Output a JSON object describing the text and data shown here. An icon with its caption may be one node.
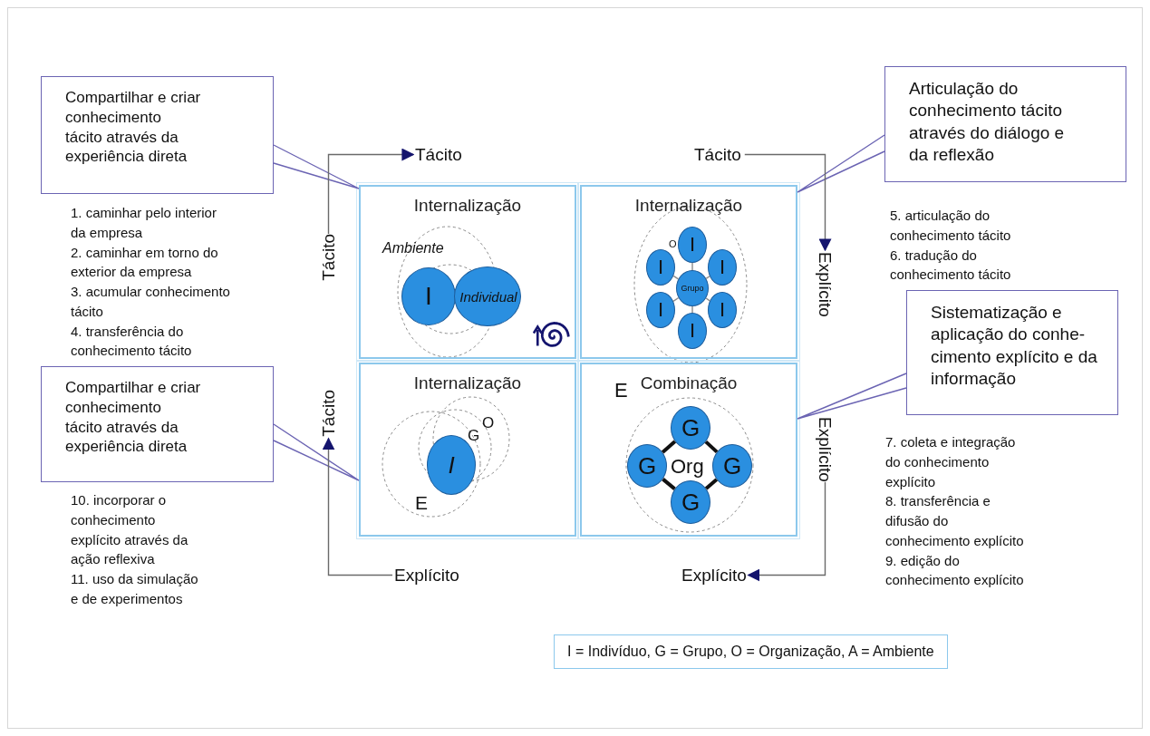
{
  "diagram": {
    "nodes": [
      {
        "text": [
          "Compartilhar e criar conhecimento tácito através da experiência direta"
        ]
      },
      {
        "text": [
          "Articulação do conhecimento tácito através do diálogo e da reflexão"
        ]
      },
      {
        "text": [
          "Sistematização e aplicação do conhe- cimento explícito e da informação"
        ]
      },
      {
        "text": [
          "Compartilhar e criar conhecimento tácito através da experiência direta"
        ]
      },
      {
        "text": [
          "Internalização"
        ]
      },
      {
        "text": [
          "Internalização"
        ]
      },
      {
        "text": [
          "Internalização"
        ]
      },
      {
        "text": [
          "Combinação"
        ]
      },
      {
        "text": [
          "I"
        ],
        "in": 4
      },
      {
        "text": [
          "Individual"
        ],
        "in": 4
      },
      {
        "text": [
          "I"
        ],
        "in": 5
      },
      {
        "text": [
          "I"
        ],
        "in": 5
      },
      {
        "text": [
          "I"
        ],
        "in": 5
      },
      {
        "text": [
          "Grupo"
        ],
        "in": 5
      },
      {
        "text": [
          "I"
        ],
        "in": 5
      },
      {
        "text": [
          "I"
        ],
        "in": 5
      },
      {
        "text": [
          "I"
        ],
        "in": 5
      },
      {
        "text": [
          "I"
        ],
        "in": 6
      },
      {
        "text": [
          "G"
        ],
        "in": 7
      },
      {
        "text": [
          "G"
        ],
        "in": 7
      },
      {
        "text": [
          "G"
        ],
        "in": 7
      },
      {
        "text": [
          "G"
        ],
        "in": 7
      },
      {
        "text": [
          "Tácito"
        ]
      },
      {
        "text": [
          "Tácito"
        ]
      },
      {
        "text": [
          "Tácito"
        ]
      },
      {
        "text": [
          "Explícito"
        ]
      },
      {
        "text": [
          "Tácito"
        ]
      },
      {
        "text": [
          "Explícito"
        ]
      },
      {
        "text": [
          "Explícito"
        ]
      },
      {
        "text": [
          "Explícito"
        ]
      },
      {
        "text": [
          "I = Indivíduo, G = Grupo, O = Organização, A = Ambiente"
        ]
      }
    ],
    "edges": [
      {
        "from": 0,
        "to": 4,
        "arrow": "none",
        "color": "#6b64b3"
      },
      {
        "from": 1,
        "to": 5,
        "arrow": "none",
        "color": "#6b64b3"
      },
      {
        "from": 2,
        "to": 7,
        "arrow": "none",
        "color": "#6b64b3"
      },
      {
        "from": 3,
        "to": 6,
        "arrow": "none",
        "color": "#6b64b3"
      },
      {
        "from": 24,
        "to": 22,
        "arrow": "to"
      },
      {
        "from": 23,
        "to": 25,
        "arrow": "to"
      },
      {
        "from": 27,
        "to": 29,
        "arrow": "to"
      },
      {
        "from": 28,
        "to": 26,
        "arrow": "to"
      },
      {
        "from": 13,
        "to": 10,
        "arrow": "none",
        "color": "#8a8a8a"
      },
      {
        "from": 13,
        "to": 11,
        "arrow": "none",
        "color": "#8a8a8a"
      },
      {
        "from": 13,
        "to": 12,
        "arrow": "none",
        "color": "#8a8a8a"
      },
      {
        "from": 13,
        "to": 14,
        "arrow": "none",
        "color": "#8a8a8a"
      },
      {
        "from": 13,
        "to": 15,
        "arrow": "none",
        "color": "#8a8a8a"
      },
      {
        "from": 13,
        "to": 16,
        "arrow": "none",
        "color": "#8a8a8a"
      },
      {
        "from": 18,
        "to": 20,
        "arrow": "none",
        "style": "thick",
        "color": "#111111"
      },
      {
        "from": 20,
        "to": 21,
        "arrow": "none",
        "style": "thick",
        "color": "#111111"
      },
      {
        "from": 21,
        "to": 19,
        "arrow": "none",
        "style": "thick",
        "color": "#111111"
      },
      {
        "from": 19,
        "to": 18,
        "arrow": "none",
        "style": "thick",
        "color": "#111111"
      }
    ],
    "labels": [
      "Ambiente",
      "O",
      "1. caminhar pelo interior da empresa",
      "2. caminhar em torno do exterior da empresa",
      "3. acumular conhecimento tácito",
      "4. transferência do conhecimento tácito",
      "5. articulação do conhecimento tácito",
      "6. tradução do conhecimento tácito",
      "G",
      "O",
      "E",
      "E",
      "Org",
      "7. coleta e integração do conhecimento explícito",
      "8. transferência e difusão do conhecimento explícito",
      "9. edição do conhecimento explícito",
      "10. incorporar o conhecimento explícito através da ação reflexiva",
      "11. uso da simulação e de experimentos"
    ]
  }
}
